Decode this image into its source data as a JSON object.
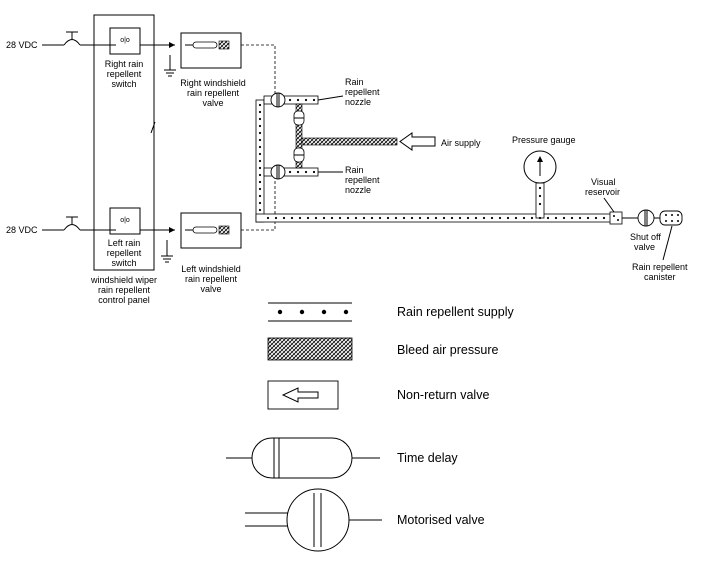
{
  "electrical": {
    "supply_top": "28 VDC",
    "supply_bottom": "28 VDC",
    "right_switch": [
      "Right rain",
      "repellent",
      "switch"
    ],
    "left_switch": [
      "Left rain",
      "repellent",
      "switch"
    ],
    "panel": [
      "windshield wiper",
      "rain repellent",
      "control panel"
    ],
    "switch_symbol": "o|o"
  },
  "valves": {
    "right": [
      "Right windshield",
      "rain repellent",
      "valve"
    ],
    "left": [
      "Left windshield",
      "rain repellent",
      "valve"
    ]
  },
  "components": {
    "nozzle_top": [
      "Rain",
      "repellent",
      "nozzle"
    ],
    "nozzle_bottom": [
      "Rain",
      "repellent",
      "nozzle"
    ],
    "air_supply": "Air supply",
    "pressure_gauge": "Pressure gauge",
    "visual_reservoir": [
      "Visual",
      "reservoir"
    ],
    "shut_off_valve": [
      "Shut off",
      "valve"
    ],
    "canister": [
      "Rain repellent",
      "canister"
    ]
  },
  "legend": {
    "supply": "Rain repellent supply",
    "bleed_air": "Bleed air pressure",
    "non_return": "Non-return valve",
    "time_delay": "Time delay",
    "motorised": "Motorised valve"
  },
  "colors": {
    "line": "#000000",
    "background": "#ffffff"
  }
}
